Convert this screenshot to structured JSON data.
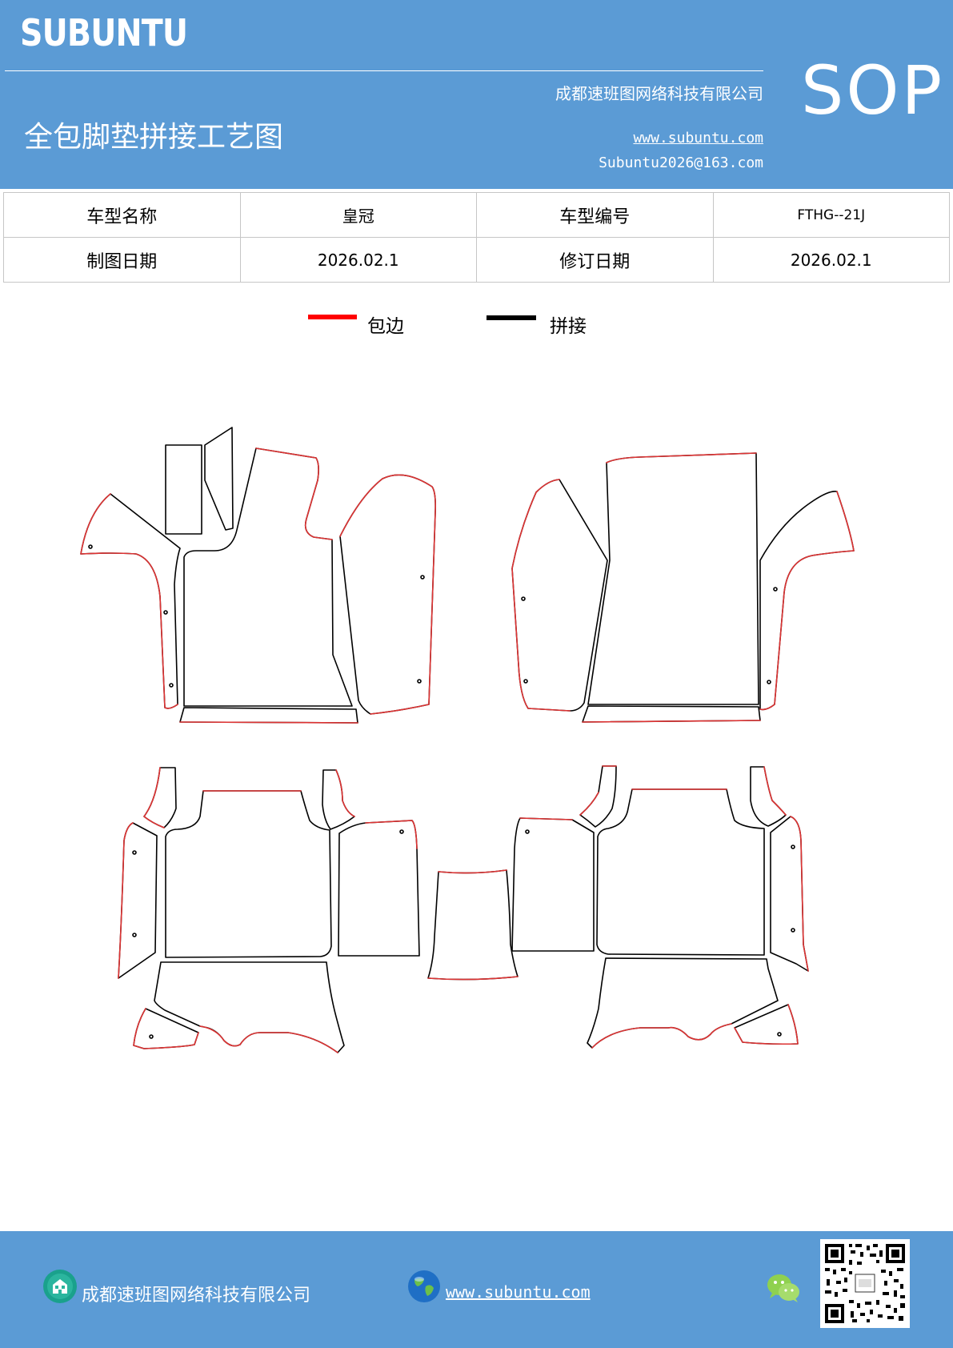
{
  "header": {
    "brand": "SUBUNTU",
    "company": "成都速班图网络科技有限公司",
    "title": "全包脚垫拼接工艺图",
    "website": "www.subuntu.com",
    "email": "Subuntu2026@163.com",
    "sop": "SOP",
    "color": "#5b9bd5"
  },
  "info": {
    "model_name_label": "车型名称",
    "model_name": "皇冠",
    "model_no_label": "车型编号",
    "model_no": "FTHG--21J",
    "draw_date_label": "制图日期",
    "draw_date": "2026.02.1",
    "rev_date_label": "修订日期",
    "rev_date": "2026.02.1"
  },
  "legend": {
    "edge_label": "包边",
    "edge_color": "#ff0000",
    "join_label": "拼接",
    "join_color": "#000000"
  },
  "footer": {
    "company": "成都速班图网络科技有限公司",
    "website": "www.subuntu.com",
    "icons": [
      "building-icon",
      "globe-icon",
      "wechat-icon",
      "qr-code"
    ]
  }
}
